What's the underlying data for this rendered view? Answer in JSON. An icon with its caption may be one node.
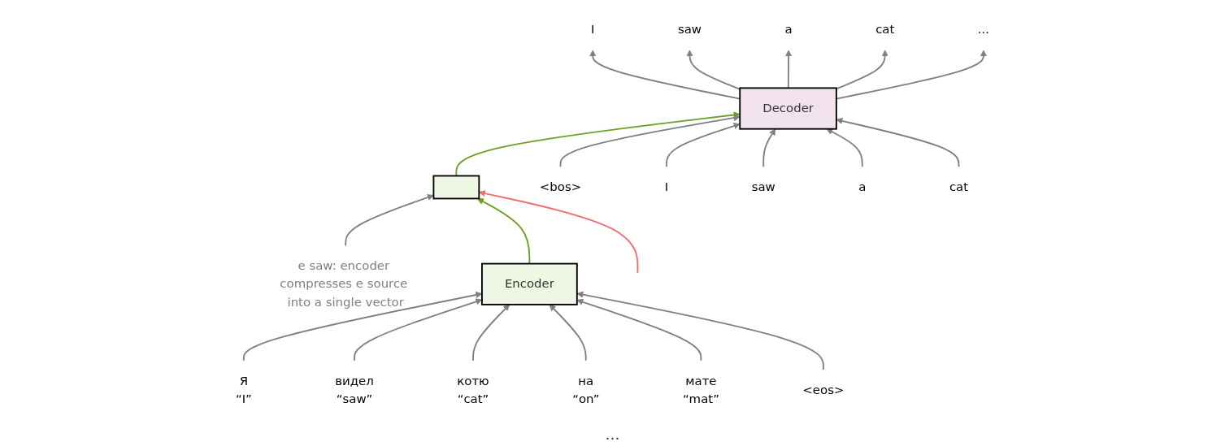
{
  "diagram": {
    "nodes": [
      {
        "text": [
          "e saw: encoder compresses e source into a single vector"
        ]
      },
      {
        "text": [
          "Encoder"
        ]
      },
      {
        "text": [],
        "shape": "box"
      },
      {
        "text": [
          "Decoder"
        ]
      },
      {
        "text": [
          "I"
        ]
      },
      {
        "text": [
          "saw"
        ]
      },
      {
        "text": [
          "a"
        ]
      },
      {
        "text": [
          "cat"
        ]
      },
      {
        "text": [
          "..."
        ]
      },
      {
        "text": [
          "Я"
        ],
        "beside": [
          "“I”"
        ]
      },
      {
        "text": [
          "видел"
        ],
        "beside": [
          "“saw”"
        ]
      },
      {
        "text": [
          "котю"
        ],
        "beside": [
          "“cat”"
        ]
      },
      {
        "text": [
          "на"
        ],
        "beside": [
          "“on”"
        ]
      },
      {
        "text": [
          "мате"
        ],
        "beside": [
          "“mat”"
        ]
      },
      {
        "text": [
          "<eos>"
        ]
      },
      {
        "text": [
          "<bos>"
        ]
      },
      {
        "text": [
          "I"
        ]
      },
      {
        "text": [
          "saw"
        ]
      },
      {
        "text": [
          "a"
        ]
      },
      {
        "text": [
          "cat"
        ]
      }
    ],
    "edges": [
      {
        "from": 0,
        "to": 2,
        "arrow": "to"
      },
      {
        "from": 1,
        "to": 2,
        "arrow": "to",
        "color": "#6aa121"
      },
      {
        "from": 2,
        "to": 3,
        "arrow": "to",
        "color": "#6aa121"
      },
      {
        "from": 3,
        "to": 4,
        "arrow": "to"
      },
      {
        "from": 3,
        "to": 5,
        "arrow": "to"
      },
      {
        "from": 3,
        "to": 6,
        "arrow": "to"
      },
      {
        "from": 3,
        "to": 7,
        "arrow": "to"
      },
      {
        "from": 3,
        "to": 8,
        "arrow": "to"
      },
      {
        "from": 9,
        "to": 1,
        "arrow": "to"
      },
      {
        "from": 10,
        "to": 1,
        "arrow": "to"
      },
      {
        "from": 11,
        "to": 1,
        "arrow": "to"
      },
      {
        "from": 12,
        "to": 1,
        "arrow": "to"
      },
      {
        "from": 13,
        "to": 1,
        "arrow": "to"
      },
      {
        "from": 14,
        "to": 1,
        "arrow": "to"
      },
      {
        "from": 15,
        "to": 3,
        "arrow": "to"
      },
      {
        "from": 16,
        "to": 3,
        "arrow": "to"
      },
      {
        "from": 17,
        "to": 3,
        "arrow": "to"
      },
      {
        "from": 18,
        "to": 3,
        "arrow": "to"
      },
      {
        "from": 19,
        "to": 3,
        "arrow": "to"
      },
      {
        "from": null,
        "to": 2,
        "arrow": "to",
        "color": "#f07070"
      }
    ],
    "labels": [
      "…"
    ]
  }
}
